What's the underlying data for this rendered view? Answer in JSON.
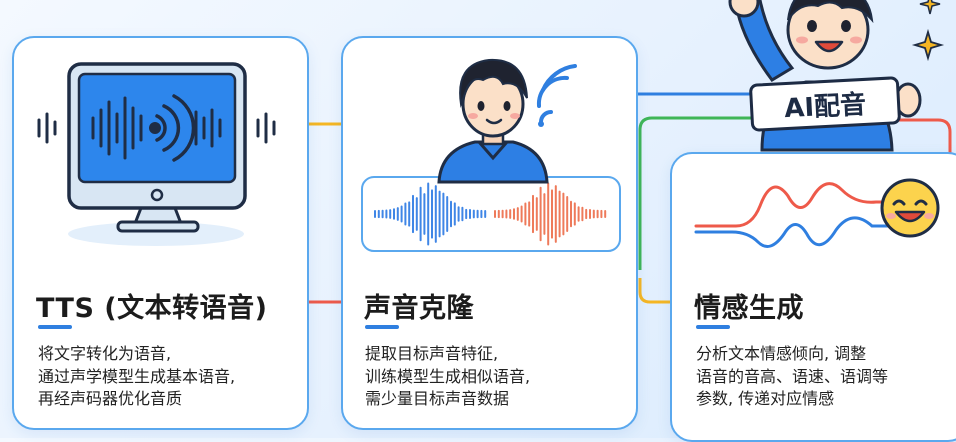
{
  "cards": {
    "tts": {
      "title": "TTS (文本转语音)",
      "desc_lines": [
        "将文字转化为语音,",
        "通过声学模型生成基本语音,",
        "再经声码器优化音质"
      ]
    },
    "clone": {
      "title": "声音克隆",
      "desc_lines": [
        "提取目标声音特征,",
        "训练模型生成相似语音,",
        "需少量目标声音数据"
      ]
    },
    "emotion": {
      "title": "情感生成",
      "desc_lines": [
        "分析文本情感倾向, 调整",
        "语音的音高、语速、语调等",
        "参数, 传递对应情感"
      ]
    }
  },
  "sign": {
    "label": "AI配音"
  },
  "icons": {
    "tts": "monitor-soundwave-icon",
    "clone_person": "person-icon",
    "clone_wifi": "signal-icon",
    "clone_wave": "voice-waveform-icon",
    "emotion_curve": "emotion-curve-icon",
    "emotion_face": "smiley-icon",
    "mascot": "mascot-icon",
    "sparkle": "sparkle-icon"
  },
  "colors": {
    "accent": "#2f7fe0",
    "card_border": "#5aa8ee",
    "connector_yellow": "#f5b623",
    "connector_red": "#ee5a4a",
    "connector_green": "#3fb657",
    "connector_blue": "#2f7fe0",
    "wave_blue": "#3f86e6",
    "wave_orange": "#ee7a5a"
  }
}
